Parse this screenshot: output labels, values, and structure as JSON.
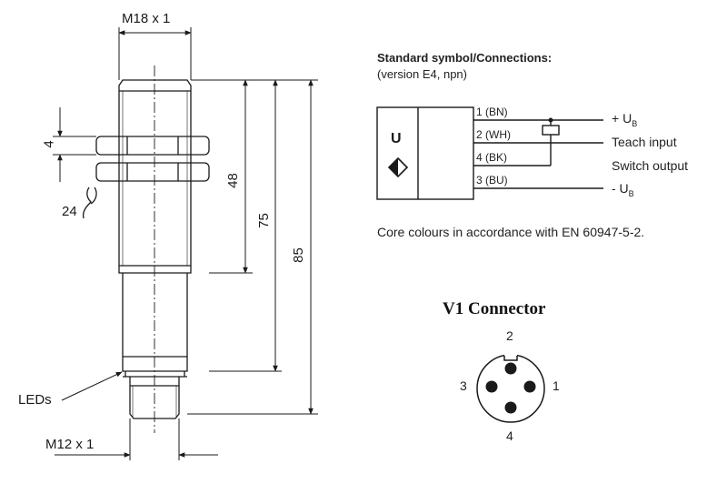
{
  "drawing": {
    "dims": {
      "thread_top": "M18 x 1",
      "nut_thickness": "4",
      "wrench": "24",
      "len_48": "48",
      "len_75": "75",
      "len_85": "85",
      "leds": "LEDs",
      "thread_bottom": "M12 x 1"
    }
  },
  "connections": {
    "title": "Standard symbol/Connections:",
    "subtitle": "(version E4, npn)",
    "box_letter": "U",
    "wires": [
      {
        "label": "1 (BN)",
        "signal": "+ U",
        "sub": "B"
      },
      {
        "label": "2 (WH)",
        "signal": "Teach input",
        "sub": ""
      },
      {
        "label": "4 (BK)",
        "signal": "Switch output",
        "sub": ""
      },
      {
        "label": "3 (BU)",
        "signal": "- U",
        "sub": "B"
      }
    ],
    "note": "Core colours in accordance with EN 60947-5-2."
  },
  "connector": {
    "title": "V1 Connector",
    "pins": [
      "1",
      "2",
      "3",
      "4"
    ]
  }
}
